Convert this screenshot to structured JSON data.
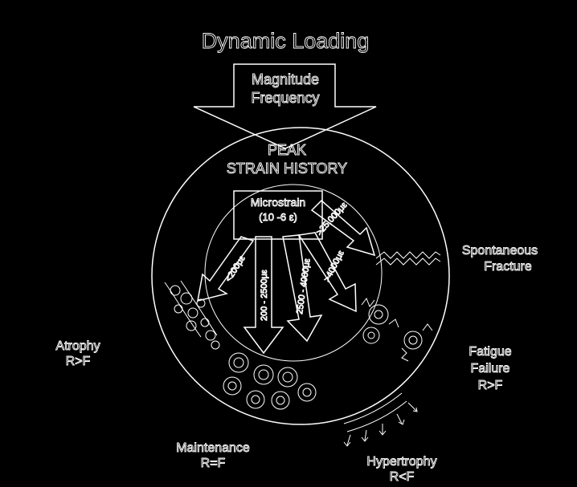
{
  "title": "Dynamic Loading",
  "input_arrow": {
    "line1": "Magnitude",
    "line2": "Frequency"
  },
  "peak": {
    "line1": "PEAK",
    "line2": "STRAIN HISTORY"
  },
  "microstrain": {
    "line1": "Microstrain",
    "line2": "(10 -6 ε)"
  },
  "ranges": {
    "r1": "<200με",
    "r2": "200 - 2500με",
    "r3": "2500 - 4000με",
    "r4": ">4000με",
    "r5": ">25,000με"
  },
  "outcomes": {
    "spontaneous": {
      "line1": "Spontaneous",
      "line2": "Fracture"
    },
    "atrophy": {
      "line1": "Atrophy",
      "line2": "R>F"
    },
    "fatigue": {
      "line1": "Fatigue",
      "line2": "Failure",
      "line3": "R>F"
    },
    "maintenance": {
      "line1": "Maintenance",
      "line2": "R=F"
    },
    "hypertrophy": {
      "line1": "Hypertrophy",
      "line2": "R<F"
    }
  }
}
